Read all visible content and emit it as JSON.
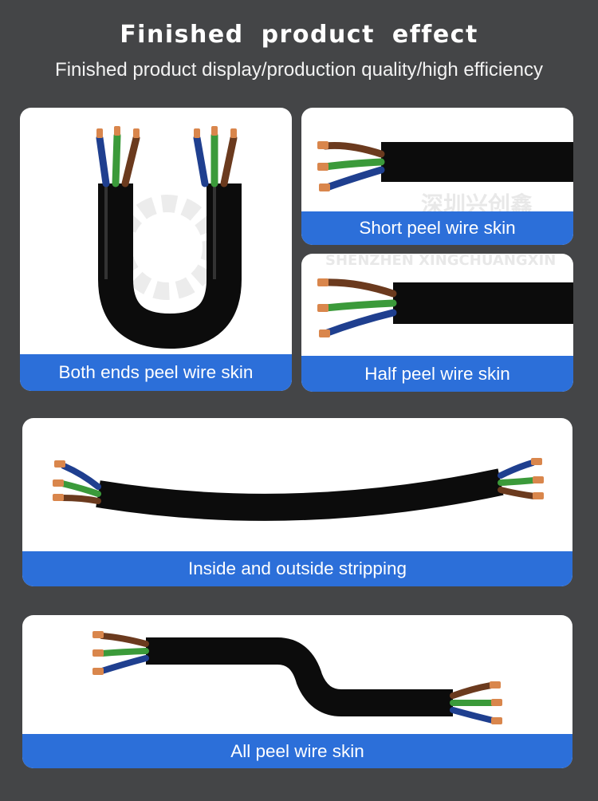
{
  "header": {
    "title": "Finished product effect",
    "subtitle": "Finished product display/production quality/high efficiency"
  },
  "cards": {
    "both_ends": {
      "label": "Both ends peel wire skin"
    },
    "short": {
      "label": "Short peel wire skin"
    },
    "half": {
      "label": "Half peel wire skin"
    },
    "inside_outside": {
      "label": "Inside and outside stripping"
    },
    "all": {
      "label": "All peel wire skin"
    }
  },
  "watermark": {
    "cn": "深圳兴创鑫",
    "en": "SHENZHEN XINGCHUANGXIN"
  },
  "colors": {
    "background": "#444547",
    "label_bar": "#2c6fd9",
    "cable_jacket": "#0c0c0c",
    "wire_brown": "#6b3a1e",
    "wire_blue": "#1f3f8f",
    "wire_green_yellow": "#3b9a3a",
    "copper": "#d9864c"
  }
}
